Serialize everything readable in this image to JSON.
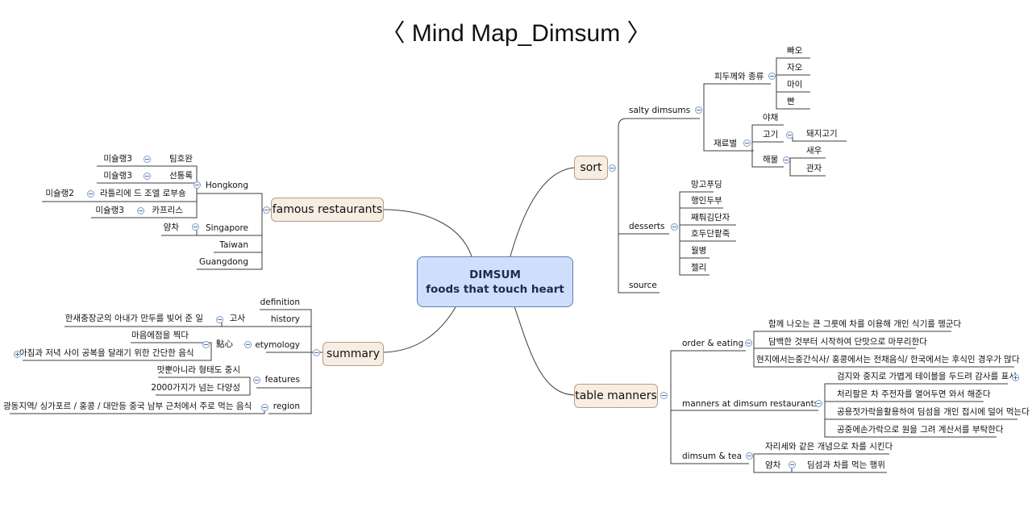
{
  "title": "〈 Mind Map_Dimsum 〉",
  "center": {
    "line1": "DIMSUM",
    "line2": "foods that touch heart"
  },
  "branches": {
    "sort": {
      "label": "sort",
      "salty": {
        "label": "salty dimsums",
        "skin_types": {
          "label": "피두께와 종류",
          "items": [
            "빠오",
            "자오",
            "마이",
            "빤"
          ]
        },
        "ingredients": {
          "label": "재료별",
          "vegetable": "야채",
          "meat": {
            "label": "고기",
            "item": "돼지고기"
          },
          "seafood": {
            "label": "해물",
            "items": [
              "새우",
              "관자"
            ]
          }
        }
      },
      "desserts": {
        "label": "desserts",
        "items": [
          "망고푸딩",
          "행인두부",
          "째퉈김단자",
          "호두단팥죽",
          "월병",
          "젤리"
        ]
      },
      "source": "source"
    },
    "table_manners": {
      "label": "table manners",
      "order": {
        "label": "order & eating",
        "items": [
          "함께 나오는 큰 그릇에 차를 이용해 개인 식기를 헹군다",
          "담백한 것부터 시작하여 단맛으로 마무리한다",
          "현지에서는중간식사/ 홍콩에서는 전채음식/ 한국에서는 후식인 경우가 많다"
        ]
      },
      "restaurants": {
        "label": "manners at dimsum restaurants",
        "items": [
          "검지와 중지로 가볍게 테이블을 두드려 감사를 표시",
          "처리팔은 차 주전자를 열어두면 와서 해준다",
          "공용젓가락을활용하여 딤섬을 개인 접시에 덜어 먹는다",
          "공중에손가락으로 원을 그려 계산서를 부탁한다"
        ]
      },
      "tea": {
        "label": "dimsum & tea",
        "item1": "자리세와 같은 개념으로 차를 시킨다",
        "yumcha": {
          "label": "얌차",
          "item": "딤섬과 차를 먹는 행위"
        }
      }
    },
    "famous_restaurants": {
      "label": "famous restaurants",
      "hongkong": {
        "label": "Hongkong",
        "items": [
          {
            "name": "팀호완",
            "rating": "미슐랭3"
          },
          {
            "name": "선통록",
            "rating": "미슐랭3"
          },
          {
            "name": "라틀리에 드 조엘 로부숑",
            "rating": "미슐랭2"
          },
          {
            "name": "카프리스",
            "rating": "미슐랭3"
          }
        ]
      },
      "singapore": {
        "label": "Singapore",
        "item": "얌차"
      },
      "taiwan": "Taiwan",
      "guangdong": "Guangdong"
    },
    "summary": {
      "label": "summary",
      "definition": "definition",
      "history": {
        "label": "history",
        "sub": "고사",
        "detail": "한새충장군의 아내가 만두를 빚어 준 일"
      },
      "etymology": {
        "label": "etymology",
        "sub": "點心",
        "details": [
          "마음에점을 찍다",
          "아침과 저녁 사이 공복을 달래기 위한 간단한 음식"
        ]
      },
      "features": {
        "label": "features",
        "items": [
          "맛뿐아니라 형태도 중시",
          "2000가지가 넘는 다양성"
        ]
      },
      "region": {
        "label": "region",
        "detail": "광동지역/ 싱가포르 / 홍콩 / 대만등 중국 남부 근처에서 주로 먹는 음식"
      }
    }
  },
  "colors": {
    "line": "#3d3d3d",
    "topic_fill": "#f7ede2",
    "topic_border": "#b89c84",
    "center_fill": "#cfdffb",
    "center_border": "#5c7fb5",
    "toggle": "#7f9bc4"
  }
}
